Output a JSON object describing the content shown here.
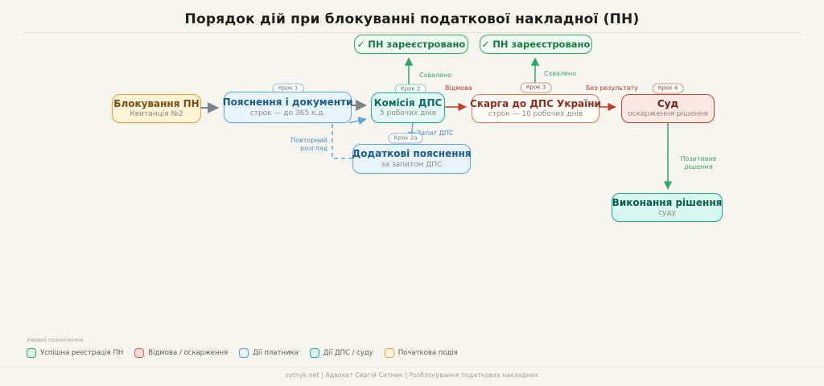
{
  "title": "Порядок дій при блокуванні податкової накладної (ПН)",
  "nodes": {
    "registered1": {
      "label": "✓ ПН зареєстровано"
    },
    "registered2": {
      "label": "✓ ПН зареєстровано"
    },
    "blocking": {
      "title": "Блокування ПН",
      "subtitle": "Квитанція №2"
    },
    "explanations": {
      "title": "Пояснення і документи",
      "subtitle": "строк — до 365 к.д.",
      "step": "Крок 1"
    },
    "commission": {
      "title": "Комісія ДПС",
      "subtitle": "5 робочих днів",
      "step": "Крок 2"
    },
    "additional": {
      "title": "Додаткові пояснення",
      "subtitle": "за запитом ДПС",
      "step": "Крок 2а"
    },
    "complaint": {
      "title": "Скарга до ДПС України",
      "subtitle": "строк — 10 робочих днів",
      "step": "Крок 3"
    },
    "court": {
      "title": "Суд",
      "subtitle": "оскарження рішення",
      "step": "Крок 4"
    },
    "execution": {
      "title": "Виконання рішення",
      "subtitle": "суду"
    }
  },
  "edge_labels": {
    "approved1": "Схвалено",
    "approved2": "Схвалено",
    "refusal": "Відмова",
    "no_result": "Без результату",
    "dps_request": "Запит ДПС",
    "repeat_review": "Повторний розгляд",
    "positive_decision": "Позитивне рішення"
  },
  "colors": {
    "background": "#f6f5ef",
    "arrow_gray": "#7c8489",
    "arrow_red": "#c23b2a",
    "arrow_green": "#2fa86b",
    "arrow_blue": "#5fa8d8",
    "success_border": "#34ad63",
    "dps_border": "#2aa596",
    "taxpayer_border": "#5fa8d8",
    "refusal_border": "#bb4b3c",
    "start_border": "#e2a23b"
  },
  "legend": {
    "heading": "Умовні позначення:",
    "items": [
      {
        "label": "Успішна реєстрація ПН",
        "fill": "#d9f3e2",
        "border": "#2eac66"
      },
      {
        "label": "Відмова / оскарження",
        "fill": "#fadbd8",
        "border": "#cd5f51"
      },
      {
        "label": "Дії платника",
        "fill": "#eaf4fc",
        "border": "#5b9bd5"
      },
      {
        "label": "Дії ДПС / суду",
        "fill": "#d7f5ee",
        "border": "#2aa596"
      },
      {
        "label": "Початкова подія",
        "fill": "#fdf3d7",
        "border": "#e3a546"
      }
    ]
  },
  "footer": "sytnyk.net  |  Адвокат Сергій Ситник  |  Розблокування податкових накладних"
}
